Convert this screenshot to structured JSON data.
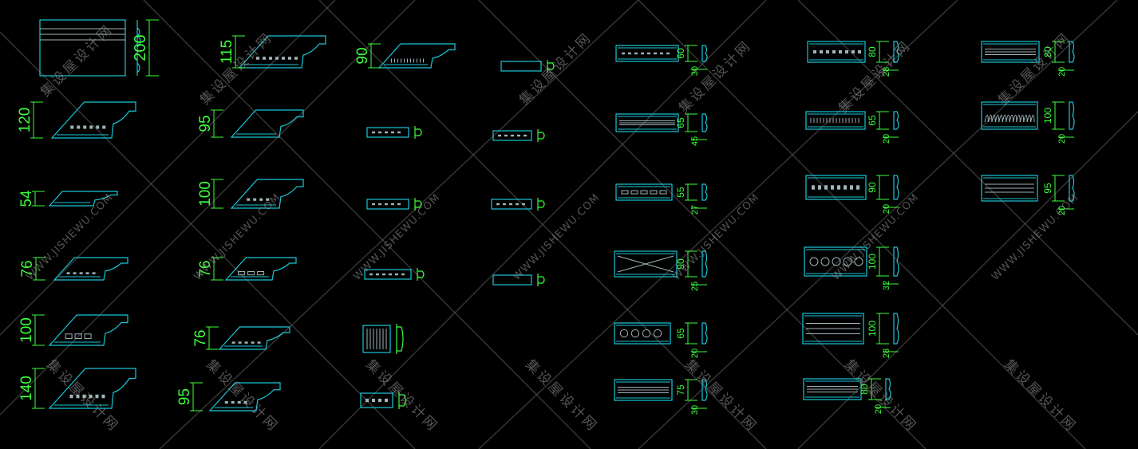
{
  "colors": {
    "background": "#000000",
    "profile": "#19c8d8",
    "dimension": "#3cff3c",
    "watermark": "#9a9a9a",
    "detail": "#9fb4b8"
  },
  "watermark": {
    "chinese": "集设屋设计网",
    "latin": "WWW.JISHEWU.COM"
  },
  "large_profiles": [
    {
      "label": "200",
      "kind": "flat",
      "detail": "bands"
    },
    {
      "label": "115",
      "kind": "crown",
      "detail": "dots"
    },
    {
      "label": "90",
      "kind": "crown",
      "detail": "flutes"
    },
    {
      "label": "120",
      "kind": "crown",
      "detail": "dots"
    },
    {
      "label": "95",
      "kind": "crown",
      "detail": "none"
    },
    {
      "label": "54",
      "kind": "crown",
      "detail": "none"
    },
    {
      "label": "100",
      "kind": "crown",
      "detail": "dots"
    },
    {
      "label": "76",
      "kind": "crown",
      "detail": "dots"
    },
    {
      "label": "76",
      "kind": "crown",
      "detail": "squares"
    },
    {
      "label": "100",
      "kind": "crown",
      "detail": "squares"
    },
    {
      "label": "76",
      "kind": "crown",
      "detail": "dots"
    },
    {
      "label": "140",
      "kind": "crown",
      "detail": "dots"
    },
    {
      "label": "95",
      "kind": "crown",
      "detail": "dots"
    }
  ],
  "small_moldings": [
    {
      "detail": "none"
    },
    {
      "detail": "dots"
    },
    {
      "detail": "dots"
    },
    {
      "detail": "dots"
    },
    {
      "detail": "dots"
    },
    {
      "detail": "dots"
    },
    {
      "detail": "none"
    },
    {
      "detail": "circles"
    },
    {
      "detail": "dots"
    },
    {
      "detail": "panel"
    },
    {
      "detail": "none"
    }
  ],
  "panel_profiles": [
    {
      "height": "60",
      "depth": "30",
      "detail": "dots"
    },
    {
      "height": "65",
      "depth": "45",
      "detail": "bands"
    },
    {
      "height": "55",
      "depth": "27",
      "detail": "squares"
    },
    {
      "height": "90",
      "depth": "25",
      "detail": "cross"
    },
    {
      "height": "65",
      "depth": "20",
      "detail": "circles"
    },
    {
      "height": "75",
      "depth": "30",
      "detail": "bands"
    },
    {
      "height": "80",
      "depth": "28",
      "detail": "dots"
    },
    {
      "height": "65",
      "depth": "20",
      "detail": "flutes"
    },
    {
      "height": "90",
      "depth": "20",
      "detail": "dots"
    },
    {
      "height": "100",
      "depth": "32",
      "detail": "circles"
    },
    {
      "height": "100",
      "depth": "28",
      "detail": "bands"
    },
    {
      "height": "80",
      "depth": "20",
      "detail": "bands"
    },
    {
      "height": "80",
      "depth": "20",
      "detail": "bands"
    },
    {
      "height": "100",
      "depth": "20",
      "detail": "carved"
    },
    {
      "height": "95",
      "depth": "20",
      "detail": "bands"
    }
  ]
}
